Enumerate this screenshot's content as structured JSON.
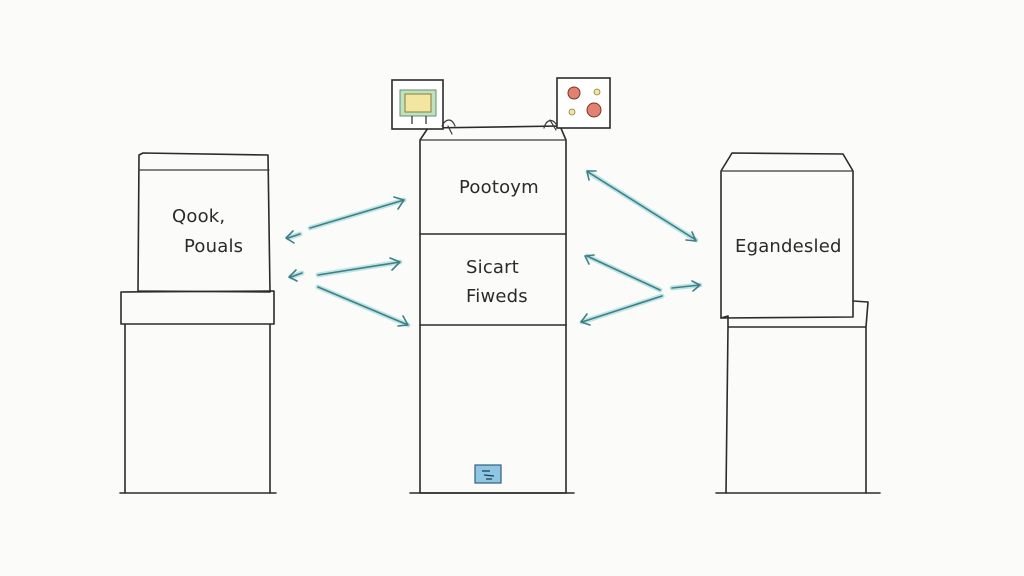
{
  "diagram": {
    "left_box": {
      "line1": "Qook,",
      "line2": "Pouals"
    },
    "center_box": {
      "section1": "Pootoym",
      "section2_line1": "Sicart",
      "section2_line2": "Fiweds"
    },
    "right_box": {
      "label": "Egandesled"
    },
    "colors": {
      "ink": "#2b2b2b",
      "arrow": "#3f7f86",
      "arrow_glow": "#a8dcdc",
      "background": "#fbfbfa",
      "badge_fill": "#8ec6e4",
      "note_yellow": "#f3e6a0",
      "note_green": "#bfe2c0",
      "blob_red": "#e0826f"
    }
  }
}
